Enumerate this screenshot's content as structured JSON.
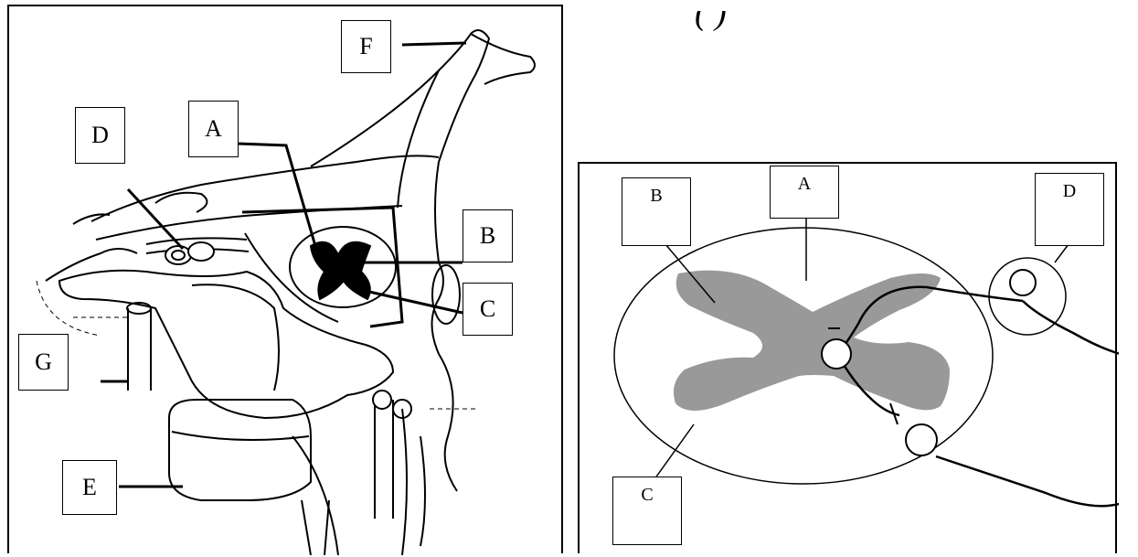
{
  "caption": "(         )",
  "left_diagram": {
    "labels": {
      "F": "F",
      "D": "D",
      "A": "A",
      "B": "B",
      "C": "C",
      "G": "G",
      "E": "E"
    }
  },
  "right_diagram": {
    "labels": {
      "A": "A",
      "B": "B",
      "C": "C",
      "D": "D"
    },
    "colors": {
      "gray_matter": "#999999",
      "outline": "#000000"
    }
  }
}
